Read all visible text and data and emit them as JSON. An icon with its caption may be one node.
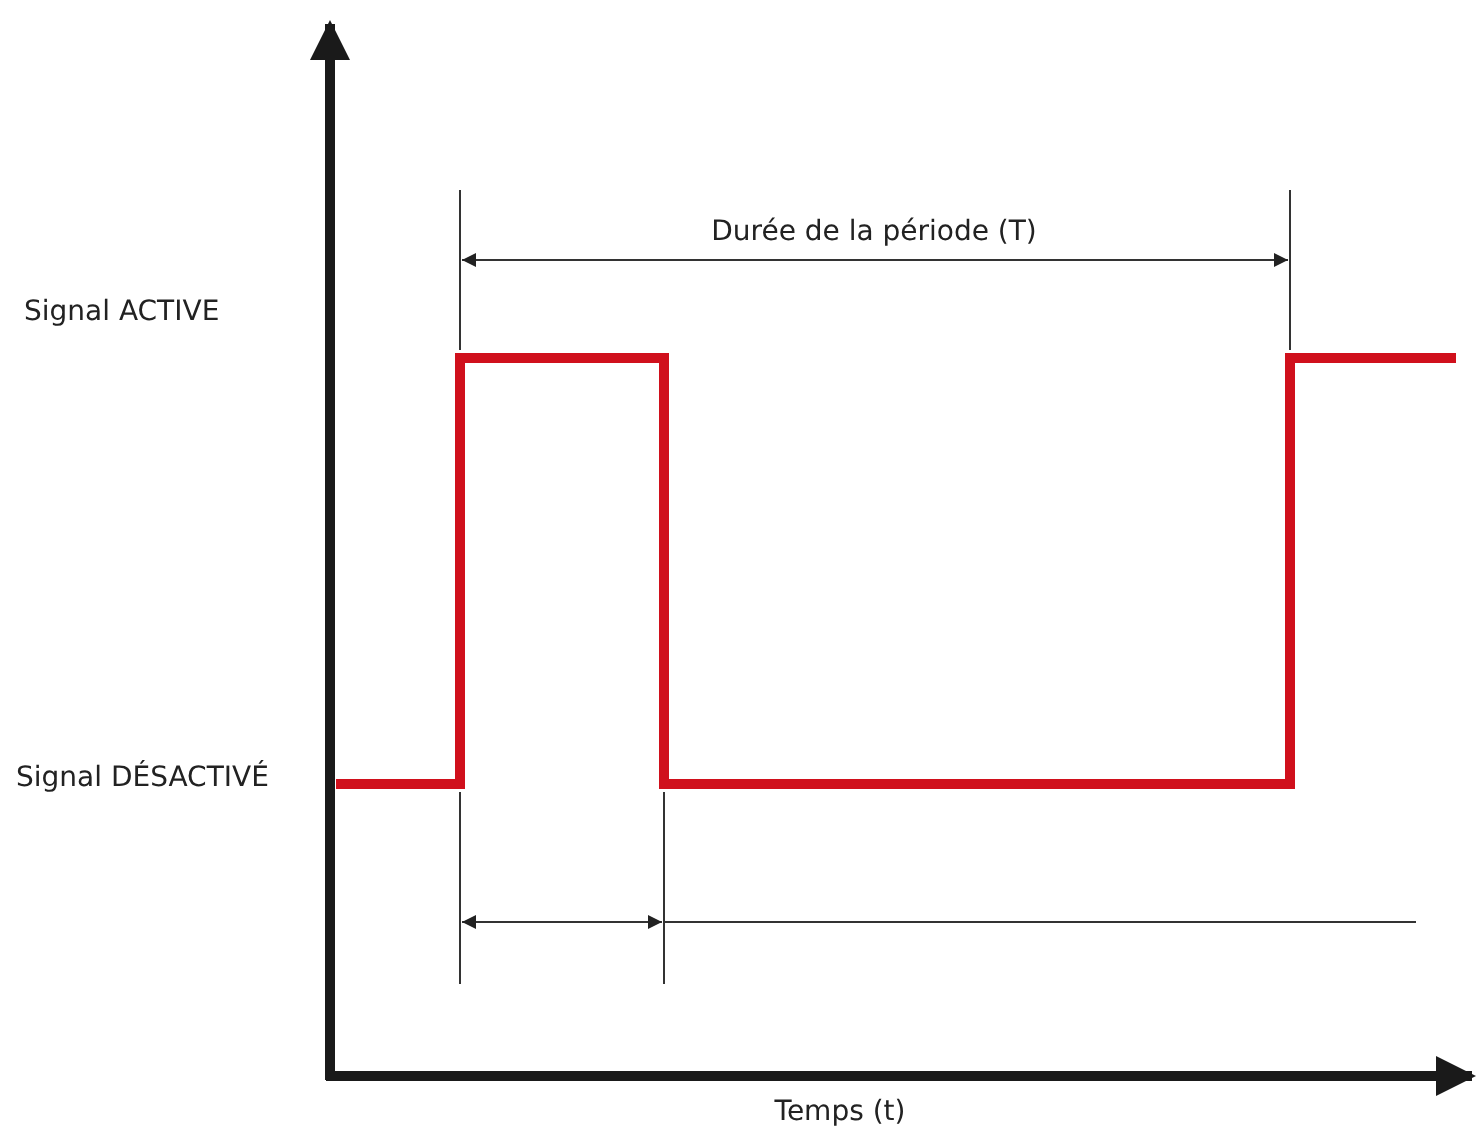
{
  "diagram": {
    "labels": [
      "Durée de la période (T)",
      "Signal ACTIVE",
      "Signal DÉSACTIVÉ",
      "Temps (t)"
    ]
  }
}
